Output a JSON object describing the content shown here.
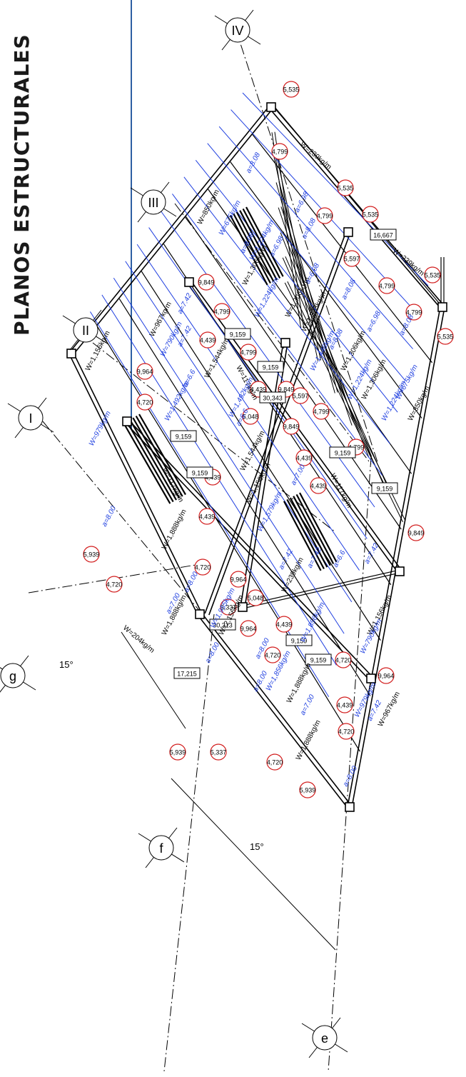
{
  "title": "PLANOS ESTRUCTURALES",
  "axes": [
    {
      "id": "axis-IV",
      "label": "IV"
    },
    {
      "id": "axis-III",
      "label": "III"
    },
    {
      "id": "axis-II",
      "label": "II"
    },
    {
      "id": "axis-I",
      "label": "I"
    },
    {
      "id": "axis-g",
      "label": "g"
    },
    {
      "id": "axis-f",
      "label": "f"
    },
    {
      "id": "axis-e",
      "label": "e"
    }
  ],
  "angles": [
    "15°",
    "15°"
  ],
  "circled_values": [
    "5,535",
    "4,799",
    "5,535",
    "5,535",
    "4,799",
    "5,597",
    "4,799",
    "5,535",
    "4,799",
    "5,535",
    "9,849",
    "4,799",
    "4,439",
    "4,799",
    "9,964",
    "4,439",
    "9,849",
    "5,597",
    "5,048",
    "9,849",
    "4,799",
    "4,439",
    "4,720",
    "4,799",
    "4,439",
    "4,439",
    "9,849",
    "5,939",
    "4,720",
    "4,439",
    "4,720",
    "9,964",
    "5,048",
    "5,337",
    "9,964",
    "4,439",
    "4,720",
    "4,720",
    "4,439",
    "9,964",
    "5,939",
    "4,720",
    "5,337",
    "4,720",
    "5,939"
  ],
  "boxed_values": [
    "16,667",
    "9,159",
    "9,159",
    "30,343",
    "9,159",
    "9,159",
    "9,159",
    "9,159",
    "30,313",
    "9,159",
    "9,159",
    "17,215"
  ],
  "black_loads": [
    "W=239kg/m",
    "W=239kg/m",
    "W=850kg/m",
    "W=967kg/m",
    "W=1,156kg/m",
    "W=204kg/m",
    "W=1,306kg/m",
    "W=1,306kg/m",
    "W=1,544kg/m",
    "W=1,544kg/m",
    "W=1,323kg/m",
    "W=1,306kg/m",
    "W=1,306kg/m",
    "W=1,156kg/m",
    "W=117kg/m",
    "W=117kg/m",
    "W=117kg/m",
    "W=1,888kg/m",
    "W=1,888kg/m",
    "W=2,156kg/m",
    "W=1,888kg/m",
    "W=1,888kg/m",
    "W=239kg/m",
    "W=1,156kg/m",
    "W=967kg/m",
    "W=850kg/m"
  ],
  "blue_loads": [
    "W=675kg/m",
    "W=790kg/m",
    "W=979kg/m",
    "W=1,224kg/m",
    "W=1,224kg/m",
    "W=1,492kg/m",
    "W=1,492kg/m",
    "W=1,446kg/m",
    "W=1,224kg/m",
    "W=1,224kg/m",
    "W=675kg/m",
    "W=1,579kg/m",
    "W=1,955kg/m",
    "W=1,856kg/m",
    "W=1,856kg/m",
    "W=979kg/m",
    "W=790kg/m"
  ],
  "spacings": [
    "a=8.08",
    "a=6.98",
    "a=8.08",
    "a=8.08",
    "a=6.98",
    "a=7.42",
    "a=7.42",
    "a=6.6",
    "a=6.6",
    "a=6.08",
    "a=8.08",
    "a=8.08",
    "a=6.98",
    "a=8.08",
    "a=8.00",
    "a=7.00",
    "a=8.00",
    "a=7.00",
    "a=8.00",
    "a=8.00",
    "a=7.42",
    "a=7.42",
    "a=6.6",
    "a=7.42",
    "a=8.00",
    "a=7.00",
    "a=8.00",
    "a=7.42"
  ]
}
